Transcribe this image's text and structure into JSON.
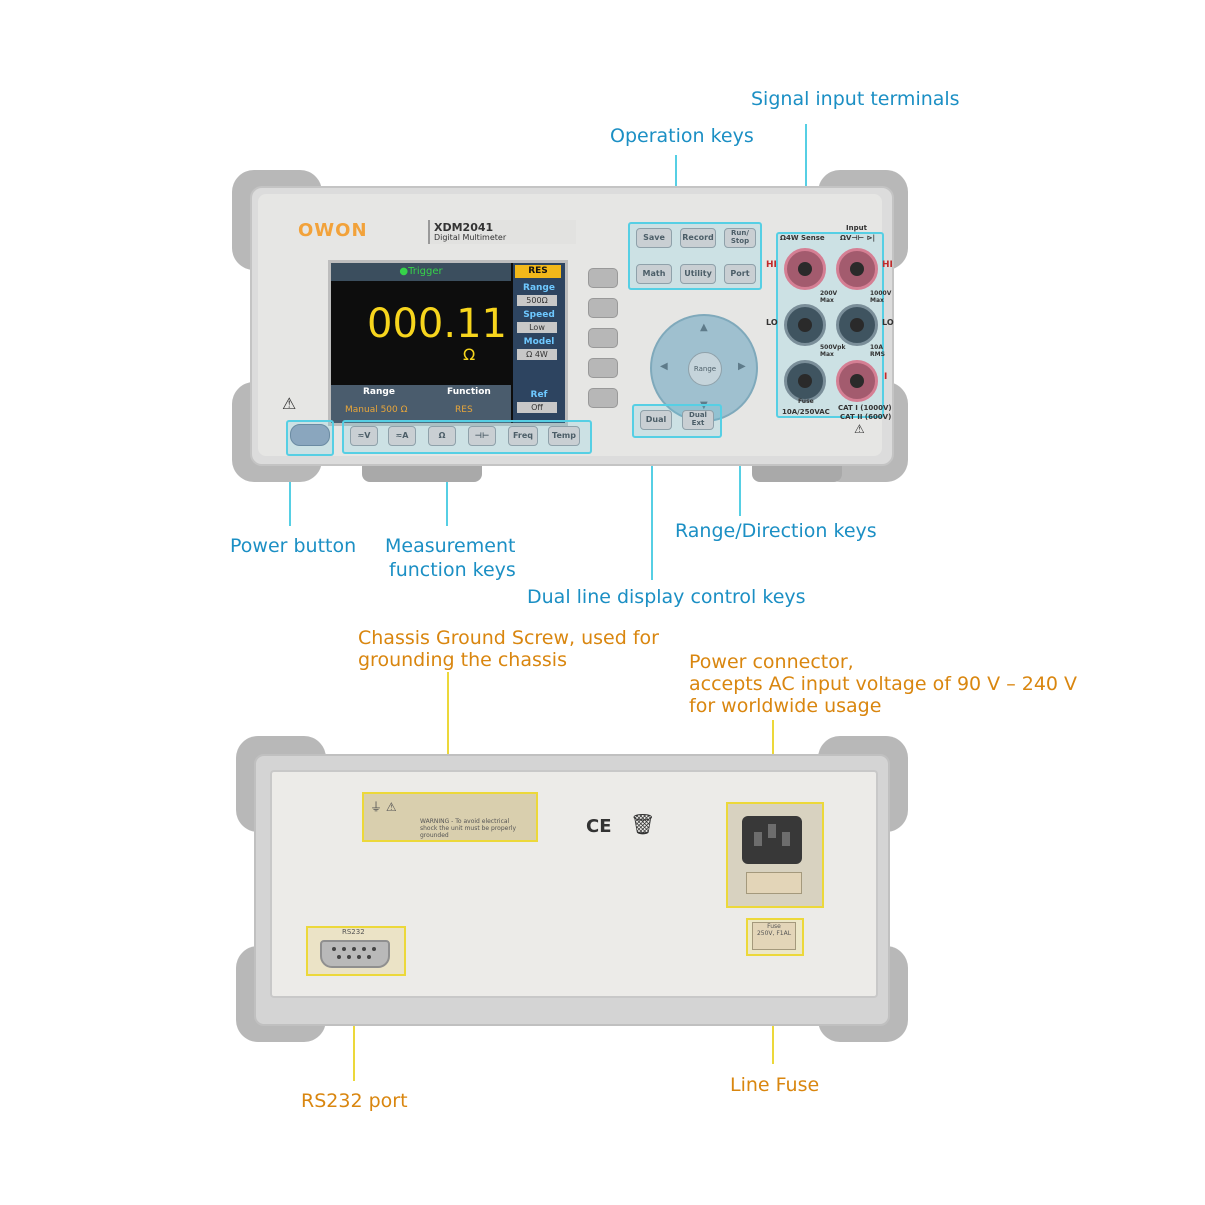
{
  "labels": {
    "signal_input_terminals": "Signal input terminals",
    "operation_keys": "Operation keys",
    "power_button": "Power button",
    "measurement_function_keys_l1": "Measurement",
    "measurement_function_keys_l2": "function keys",
    "range_direction_keys": "Range/Direction keys",
    "dual_line_display_keys": "Dual line display control keys",
    "chassis_ground_l1": "Chassis Ground Screw, used for",
    "chassis_ground_l2": "grounding the chassis",
    "power_connector_l1": "Power connector,",
    "power_connector_l2": "accepts AC input voltage of 90 V – 240 V",
    "power_connector_l3": "for worldwide usage",
    "rs232_port": "RS232 port",
    "line_fuse": "Line Fuse"
  },
  "colors": {
    "front_annotation": "#1b8fc4",
    "rear_annotation": "#d9860f",
    "front_highlight": "#56cfe4",
    "rear_highlight": "#ecd83a"
  },
  "device": {
    "brand": "OWON",
    "model": "XDM2041",
    "subtitle": "Digital Multimeter",
    "screen": {
      "trigger": "●Trigger",
      "reading": "000.11",
      "unit": "Ω",
      "mode_tag": "RES",
      "side": [
        {
          "head": "Range",
          "value": "500Ω"
        },
        {
          "head": "Speed",
          "value": "Low"
        },
        {
          "head": "Model",
          "value": "Ω  4W"
        },
        {
          "head": "Ref",
          "value": "Off"
        }
      ],
      "range_head": "Range",
      "range_value": "Manual 500 Ω",
      "function_head": "Function",
      "function_value": "RES"
    },
    "operation_keys": [
      "Save",
      "Record",
      "Run/ Stop",
      "Math",
      "Utility",
      "Port"
    ],
    "function_keys": [
      "≂V",
      "≂A",
      "Ω",
      "⊣⊢",
      "Freq",
      "Temp"
    ],
    "dual_keys": [
      "Dual",
      "Dual Ext"
    ],
    "dpad_center": "Range",
    "terminals": {
      "input": "Input",
      "sense": "Ω4W Sense",
      "input_symbols": "ΩV⊣⊢ ⊳|",
      "hi_left": "HI",
      "hi_right": "HI",
      "lo_left": "LO",
      "lo_right": "LO",
      "i": "I",
      "max200": "200V Max",
      "max1000": "1000V Max",
      "max500": "500Vpk Max",
      "rms": "10A RMS",
      "fuse": "Fuse",
      "fuse_rating": "10A/250VAC",
      "cat": "CAT I (1000V)",
      "cat2": "CAT II (600V)"
    }
  },
  "rear": {
    "warning_text": "WARNING - To avoid electrical shock the unit must be properly grounded",
    "ce_mark": "CE",
    "rs232": "RS232",
    "fuse_label": "Fuse",
    "fuse_rating": "250V, F1AL"
  }
}
